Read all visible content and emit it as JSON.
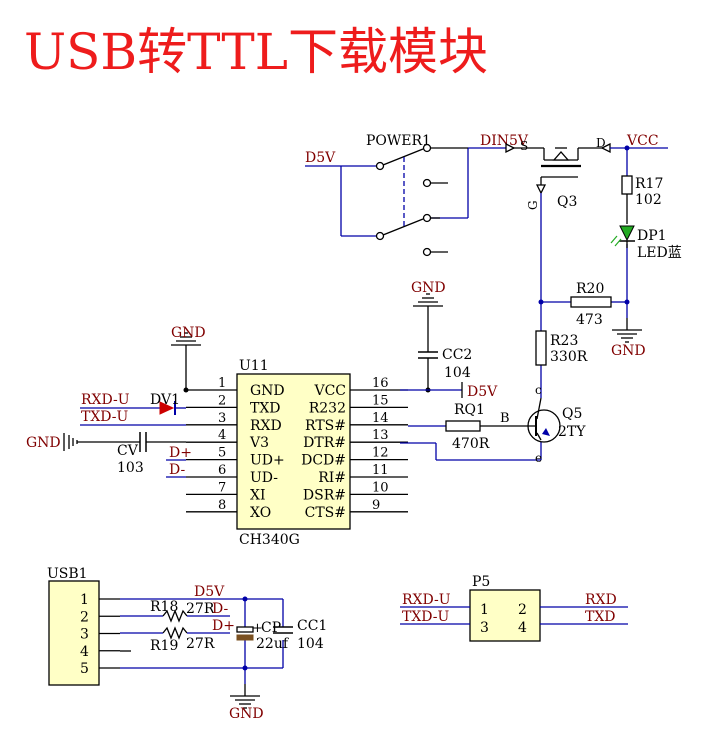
{
  "title": "USB转TTL下载模块",
  "colors": {
    "wire": "#0000a8",
    "component": "#a80000",
    "part": "#000000",
    "label": "#800000",
    "title": "#ee1c1c",
    "body_fill": "#ffffc6"
  },
  "power": {
    "switch_ref": "POWER1",
    "input_net": "D5V",
    "output_net": "DIN5V"
  },
  "q3": {
    "ref": "Q3",
    "pin_s": "S",
    "pin_d": "D",
    "pin_g": "G"
  },
  "vcc_net": "VCC",
  "r17": {
    "ref": "R17",
    "value": "102"
  },
  "dp1": {
    "ref": "DP1",
    "value": "LED蓝"
  },
  "r20": {
    "ref": "R20",
    "value": "473"
  },
  "r23": {
    "ref": "R23",
    "value": "330R"
  },
  "q5": {
    "ref": "Q5",
    "value": "2TY",
    "pin_b": "B",
    "pin_c": "c",
    "pin_e": "e"
  },
  "rq1": {
    "ref": "RQ1",
    "value": "470R"
  },
  "cc2": {
    "ref": "CC2",
    "value": "104"
  },
  "gnd_net": "GND",
  "u11": {
    "ref": "U11",
    "part": "CH340G",
    "left_pins": [
      {
        "num": "1",
        "name": "GND"
      },
      {
        "num": "2",
        "name": "TXD"
      },
      {
        "num": "3",
        "name": "RXD"
      },
      {
        "num": "4",
        "name": "V3"
      },
      {
        "num": "5",
        "name": "UD+"
      },
      {
        "num": "6",
        "name": "UD-"
      },
      {
        "num": "7",
        "name": "XI"
      },
      {
        "num": "8",
        "name": "XO"
      }
    ],
    "right_pins": [
      {
        "num": "16",
        "name": "VCC"
      },
      {
        "num": "15",
        "name": "R232"
      },
      {
        "num": "14",
        "name": "RTS#"
      },
      {
        "num": "13",
        "name": "DTR#"
      },
      {
        "num": "12",
        "name": "DCD#"
      },
      {
        "num": "11",
        "name": "RI#"
      },
      {
        "num": "10",
        "name": "DSR#"
      },
      {
        "num": "9",
        "name": "CTS#"
      }
    ]
  },
  "u11_nets": {
    "rxd_u": "RXD-U",
    "txd_u": "TXD-U",
    "d_plus": "D+",
    "d_minus": "D-",
    "d5v": "D5V"
  },
  "dv1": {
    "ref": "DV1"
  },
  "cv1": {
    "ref": "CV",
    "value": "103"
  },
  "usb1": {
    "ref": "USB1",
    "pins": [
      "1",
      "2",
      "3",
      "4",
      "5"
    ]
  },
  "r18": {
    "ref": "R18",
    "value": "27R"
  },
  "r19": {
    "ref": "R19",
    "value": "27R"
  },
  "cp": {
    "ref": "CP",
    "value": "22uf",
    "plus": "+"
  },
  "cc1": {
    "ref": "CC1",
    "value": "104"
  },
  "usb_nets": {
    "d5v": "D5V",
    "d_minus": "D-",
    "d_plus": "D+",
    "gnd": "GND"
  },
  "p5": {
    "ref": "P5",
    "pins": [
      "1",
      "2",
      "3",
      "4"
    ],
    "left_nets": [
      "RXD-U",
      "TXD-U"
    ],
    "right_nets": [
      "RXD",
      "TXD"
    ]
  }
}
